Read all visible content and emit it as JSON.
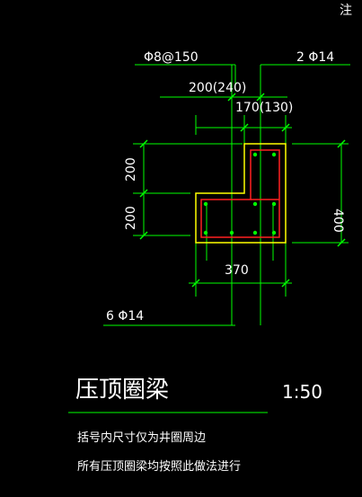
{
  "corner_text": "注",
  "labels": {
    "stirrup": "Φ8@150",
    "top_bars": "2  Φ14",
    "width_overall": "200(240)",
    "width_upper": "170(130)",
    "height_upper": "200",
    "height_lower": "200",
    "height_total": "400",
    "width_bottom": "370",
    "bottom_bars": "6  Φ14"
  },
  "title": "压顶圈梁",
  "scale": "1:50",
  "notes": [
    "括号内尺寸仅为井圈周边",
    "所有压顶圈梁均按照此做法进行"
  ],
  "colors": {
    "background": "#000000",
    "dimension_lines": "#00ff00",
    "concrete_outline": "#ffff00",
    "rebar": "#ff2020",
    "text": "#ffffff"
  }
}
